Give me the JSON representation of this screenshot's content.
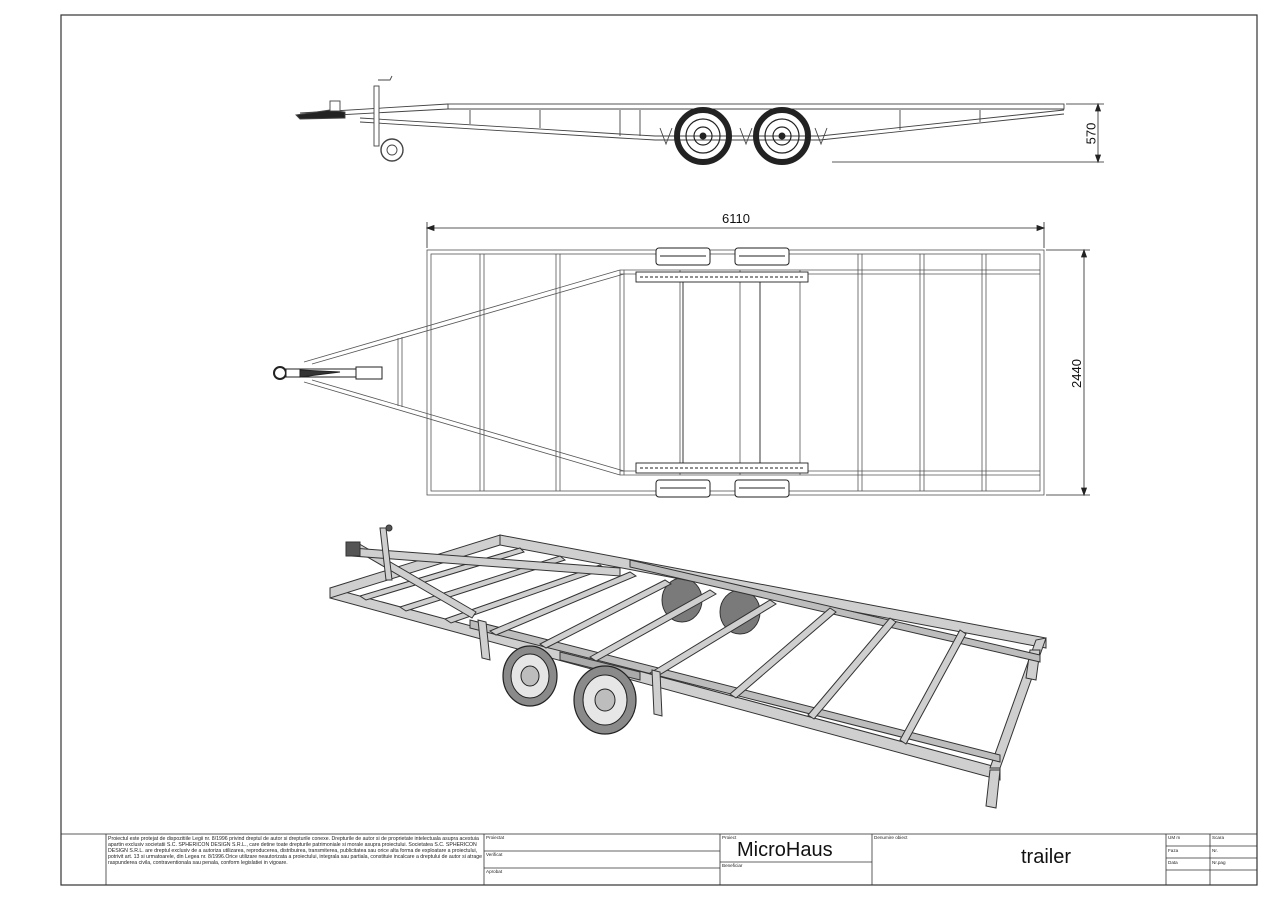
{
  "drawing": {
    "side_view": {
      "height_dim": "570"
    },
    "top_view": {
      "length_dim": "6110",
      "width_dim": "2440"
    },
    "iso_view": {}
  },
  "title_block": {
    "legal_text": "Proiectul este protejat de dispozitiile Legii nr. 8/1996 privind dreptul de autor si drepturile conexe. Drepturile de autor si de proprietate intelectuala asupra acestuia apartin exclusiv societatii S.C. SPHERICON DESIGN S.R.L., care detine toate drepturile patrimoniale si morale asupra proiectului. Societatea S.C. SPHERICON DESIGN S.R.L. are dreptul exclusiv de a autoriza utilizarea, reproducerea, distribuirea, transmiterea, publicitatea sau orice alta forma de exploatare a proiectului, potrivit art. 13 si urmatoarele, din Legea nr. 8/1996.Orice utilizare neautorizata a proiectului, integrala sau partiala, constituie incalcare a dreptului de autor si atrage raspunderea civila, contraventionala sau penala, conform legislatiei in vigoare.",
    "proiectat_label": "Proiectat",
    "verificat_label": "Verificat",
    "aprobat_label": "Aprobat",
    "proiect_label": "Proiect",
    "project_name": "MicroHaus",
    "beneficiar_label": "Beneficiar",
    "denumire_label": "Denumire obiect",
    "object_name": "trailer",
    "um_label": "UM m",
    "scara_label": "Scara",
    "faza_label": "Faza",
    "nr_label": "Nr.",
    "data_label": "Data",
    "plansa_label": "Nr.pag"
  }
}
